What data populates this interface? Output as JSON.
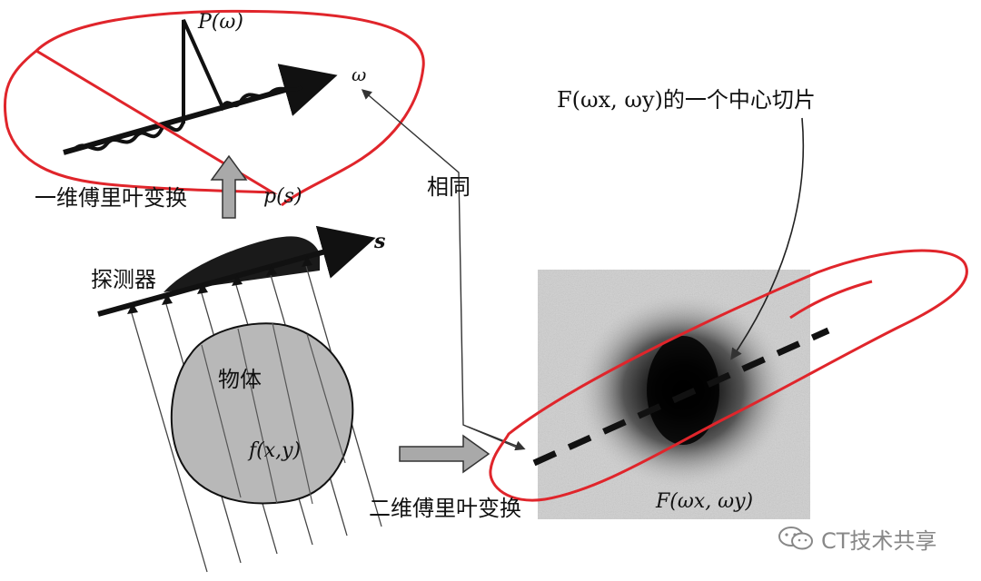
{
  "labels": {
    "omega_axis": "ω",
    "p_omega": "P(ω)",
    "one_d_ft": "一维傅里叶变换",
    "p_s": "p(s)",
    "same": "相同",
    "center_slice": "F(ωx, ωy)的一个中心切片",
    "s_axis": "s",
    "detector": "探测器",
    "object": "物体",
    "f_xy": "f(x,y)",
    "two_d_ft": "二维傅里叶变换",
    "F_wxwy": "F(ωx, ωy)"
  },
  "watermark": {
    "text": "CT技术共享",
    "icon": "wechat-icon"
  },
  "colors": {
    "annotation_red": "#e0252b",
    "ink": "#111111",
    "object_fill": "#b8b8b8",
    "spectrum_bg": "#cfcfcf",
    "arrow_fill": "#a9a9a9"
  }
}
